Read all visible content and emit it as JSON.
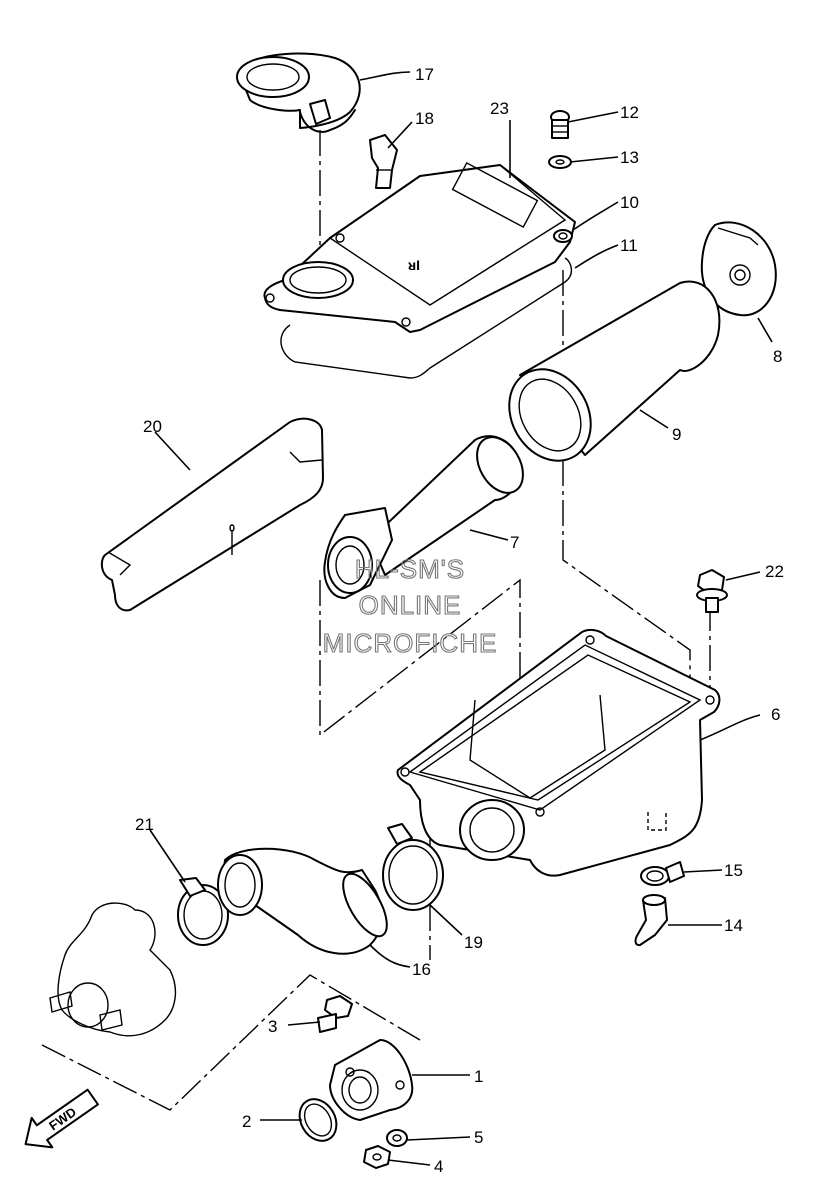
{
  "watermark": {
    "line1": "HL-SM'S",
    "line2": "ONLINE",
    "line3": "MICROFICHE"
  },
  "direction_arrow": {
    "label": "FWD"
  },
  "cover_marking": "ᴚƖ",
  "callouts": {
    "c1": "1",
    "c2": "2",
    "c3": "3",
    "c4": "4",
    "c5": "5",
    "c6": "6",
    "c7": "7",
    "c8": "8",
    "c9": "9",
    "c10": "10",
    "c11": "11",
    "c12": "12",
    "c13": "13",
    "c14": "14",
    "c15": "15",
    "c16": "16",
    "c17": "17",
    "c18": "18",
    "c19": "19",
    "c20": "20",
    "c21": "21",
    "c22": "22",
    "c23": "23"
  }
}
